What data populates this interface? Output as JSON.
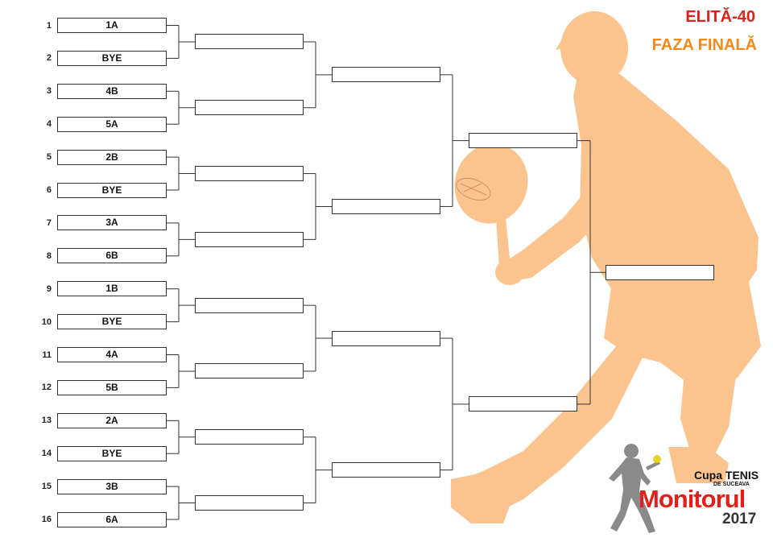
{
  "title": {
    "line1": "ELITĂ-40",
    "line2": "FAZA FINALĂ"
  },
  "logo": {
    "cupa": "Cupa",
    "tenis": "TENIS",
    "subtitle": "DE SUCEAVA",
    "name": "Monitorul",
    "year": "2017"
  },
  "bracket": {
    "seeds": [
      "1",
      "2",
      "3",
      "4",
      "5",
      "6",
      "7",
      "8",
      "9",
      "10",
      "11",
      "12",
      "13",
      "14",
      "15",
      "16"
    ],
    "entries": [
      "1A",
      "BYE",
      "4B",
      "5A",
      "2B",
      "BYE",
      "3A",
      "6B",
      "1B",
      "BYE",
      "4A",
      "5B",
      "2A",
      "BYE",
      "3B",
      "6A"
    ],
    "round2": [
      "",
      "",
      "",
      "",
      "",
      "",
      "",
      ""
    ],
    "quarterfinals": [
      "",
      "",
      "",
      ""
    ],
    "semifinals": [
      "",
      ""
    ],
    "final": [
      ""
    ]
  },
  "colors": {
    "silhouette": "#fbc48f",
    "title_red": "#e0201b",
    "title_orange": "#f08a1d",
    "lines": "#333333"
  }
}
